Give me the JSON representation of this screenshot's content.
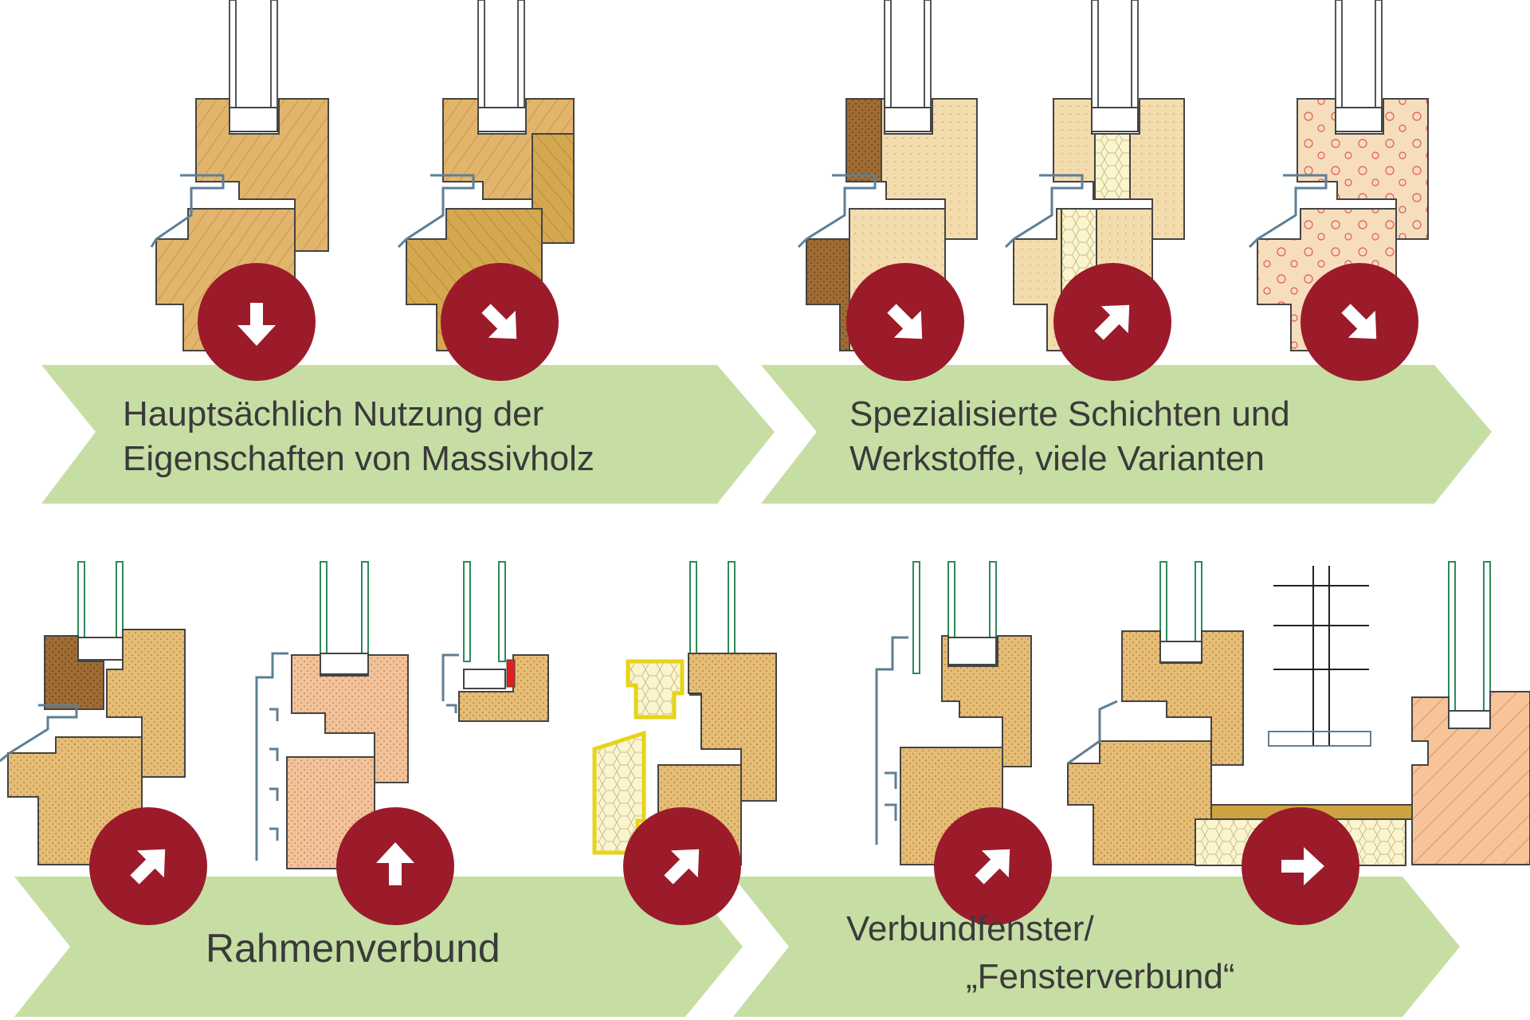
{
  "banners": {
    "top_left": {
      "line1": "Hauptsächlich Nutzung der",
      "line2": "Eigenschaften von Massivholz"
    },
    "top_right": {
      "line1": "Spezialisierte Schichten und",
      "line2": "Werkstoffe, viele Varianten"
    },
    "bottom_left": {
      "line1": "Rahmenverbund"
    },
    "bottom_right": {
      "line1": "Verbundfenster/",
      "line2": "„Fensterverbund“"
    }
  },
  "colors": {
    "banner_green": "#c6dea4",
    "badge_red": "#9b1b2a",
    "wood_light": "#e2b56c",
    "wood_dark": "#c99a45",
    "wood_brown": "#9e6a32",
    "wood_pale": "#f0d9a8",
    "insulation": "#f8f2c6",
    "plywood_pink": "#f2c7a8",
    "aluminum": "#5d7f96",
    "glass_green": "#2e8a5a"
  },
  "badges": [
    {
      "direction": "down"
    },
    {
      "direction": "down-right"
    },
    {
      "direction": "down-right"
    },
    {
      "direction": "up-right"
    },
    {
      "direction": "down-right"
    },
    {
      "direction": "up-right"
    },
    {
      "direction": "up"
    },
    {
      "direction": "up-right"
    },
    {
      "direction": "up-right"
    },
    {
      "direction": "right"
    }
  ]
}
